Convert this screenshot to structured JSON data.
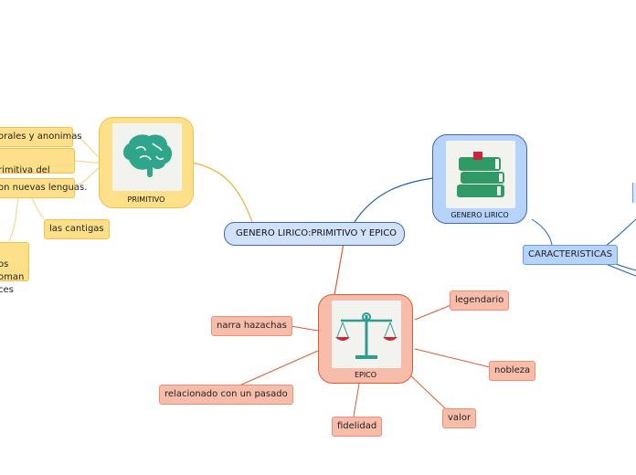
{
  "central": {
    "label": "GENERO LIRICO:PRIMITIVO Y EPICO"
  },
  "primitivo": {
    "label": "PRIMITIVO",
    "icon": "brain-icon",
    "items": [
      "orales y anonimas",
      "rimitiva del\nra",
      "on nuevas lenguas.",
      "las cantigas",
      "os\noman\nces"
    ]
  },
  "genero_lirico": {
    "label": "GENERO LIRICO",
    "icon": "books-icon",
    "items": [
      "CARACTERISTICAS"
    ]
  },
  "epico": {
    "label": "EPICO",
    "icon": "scales-icon",
    "items": [
      "legendario",
      "narra hazachas",
      "nobleza",
      "relacionado con un pasado",
      "valor",
      "fidelidad"
    ]
  },
  "colors": {
    "yellow_line": "#f2b02c",
    "red_line": "#e05a33",
    "blue_line": "#1f5fb8",
    "brain": "#2fa58b",
    "books": "#2f9a66",
    "scales": "#2f9c8f"
  }
}
